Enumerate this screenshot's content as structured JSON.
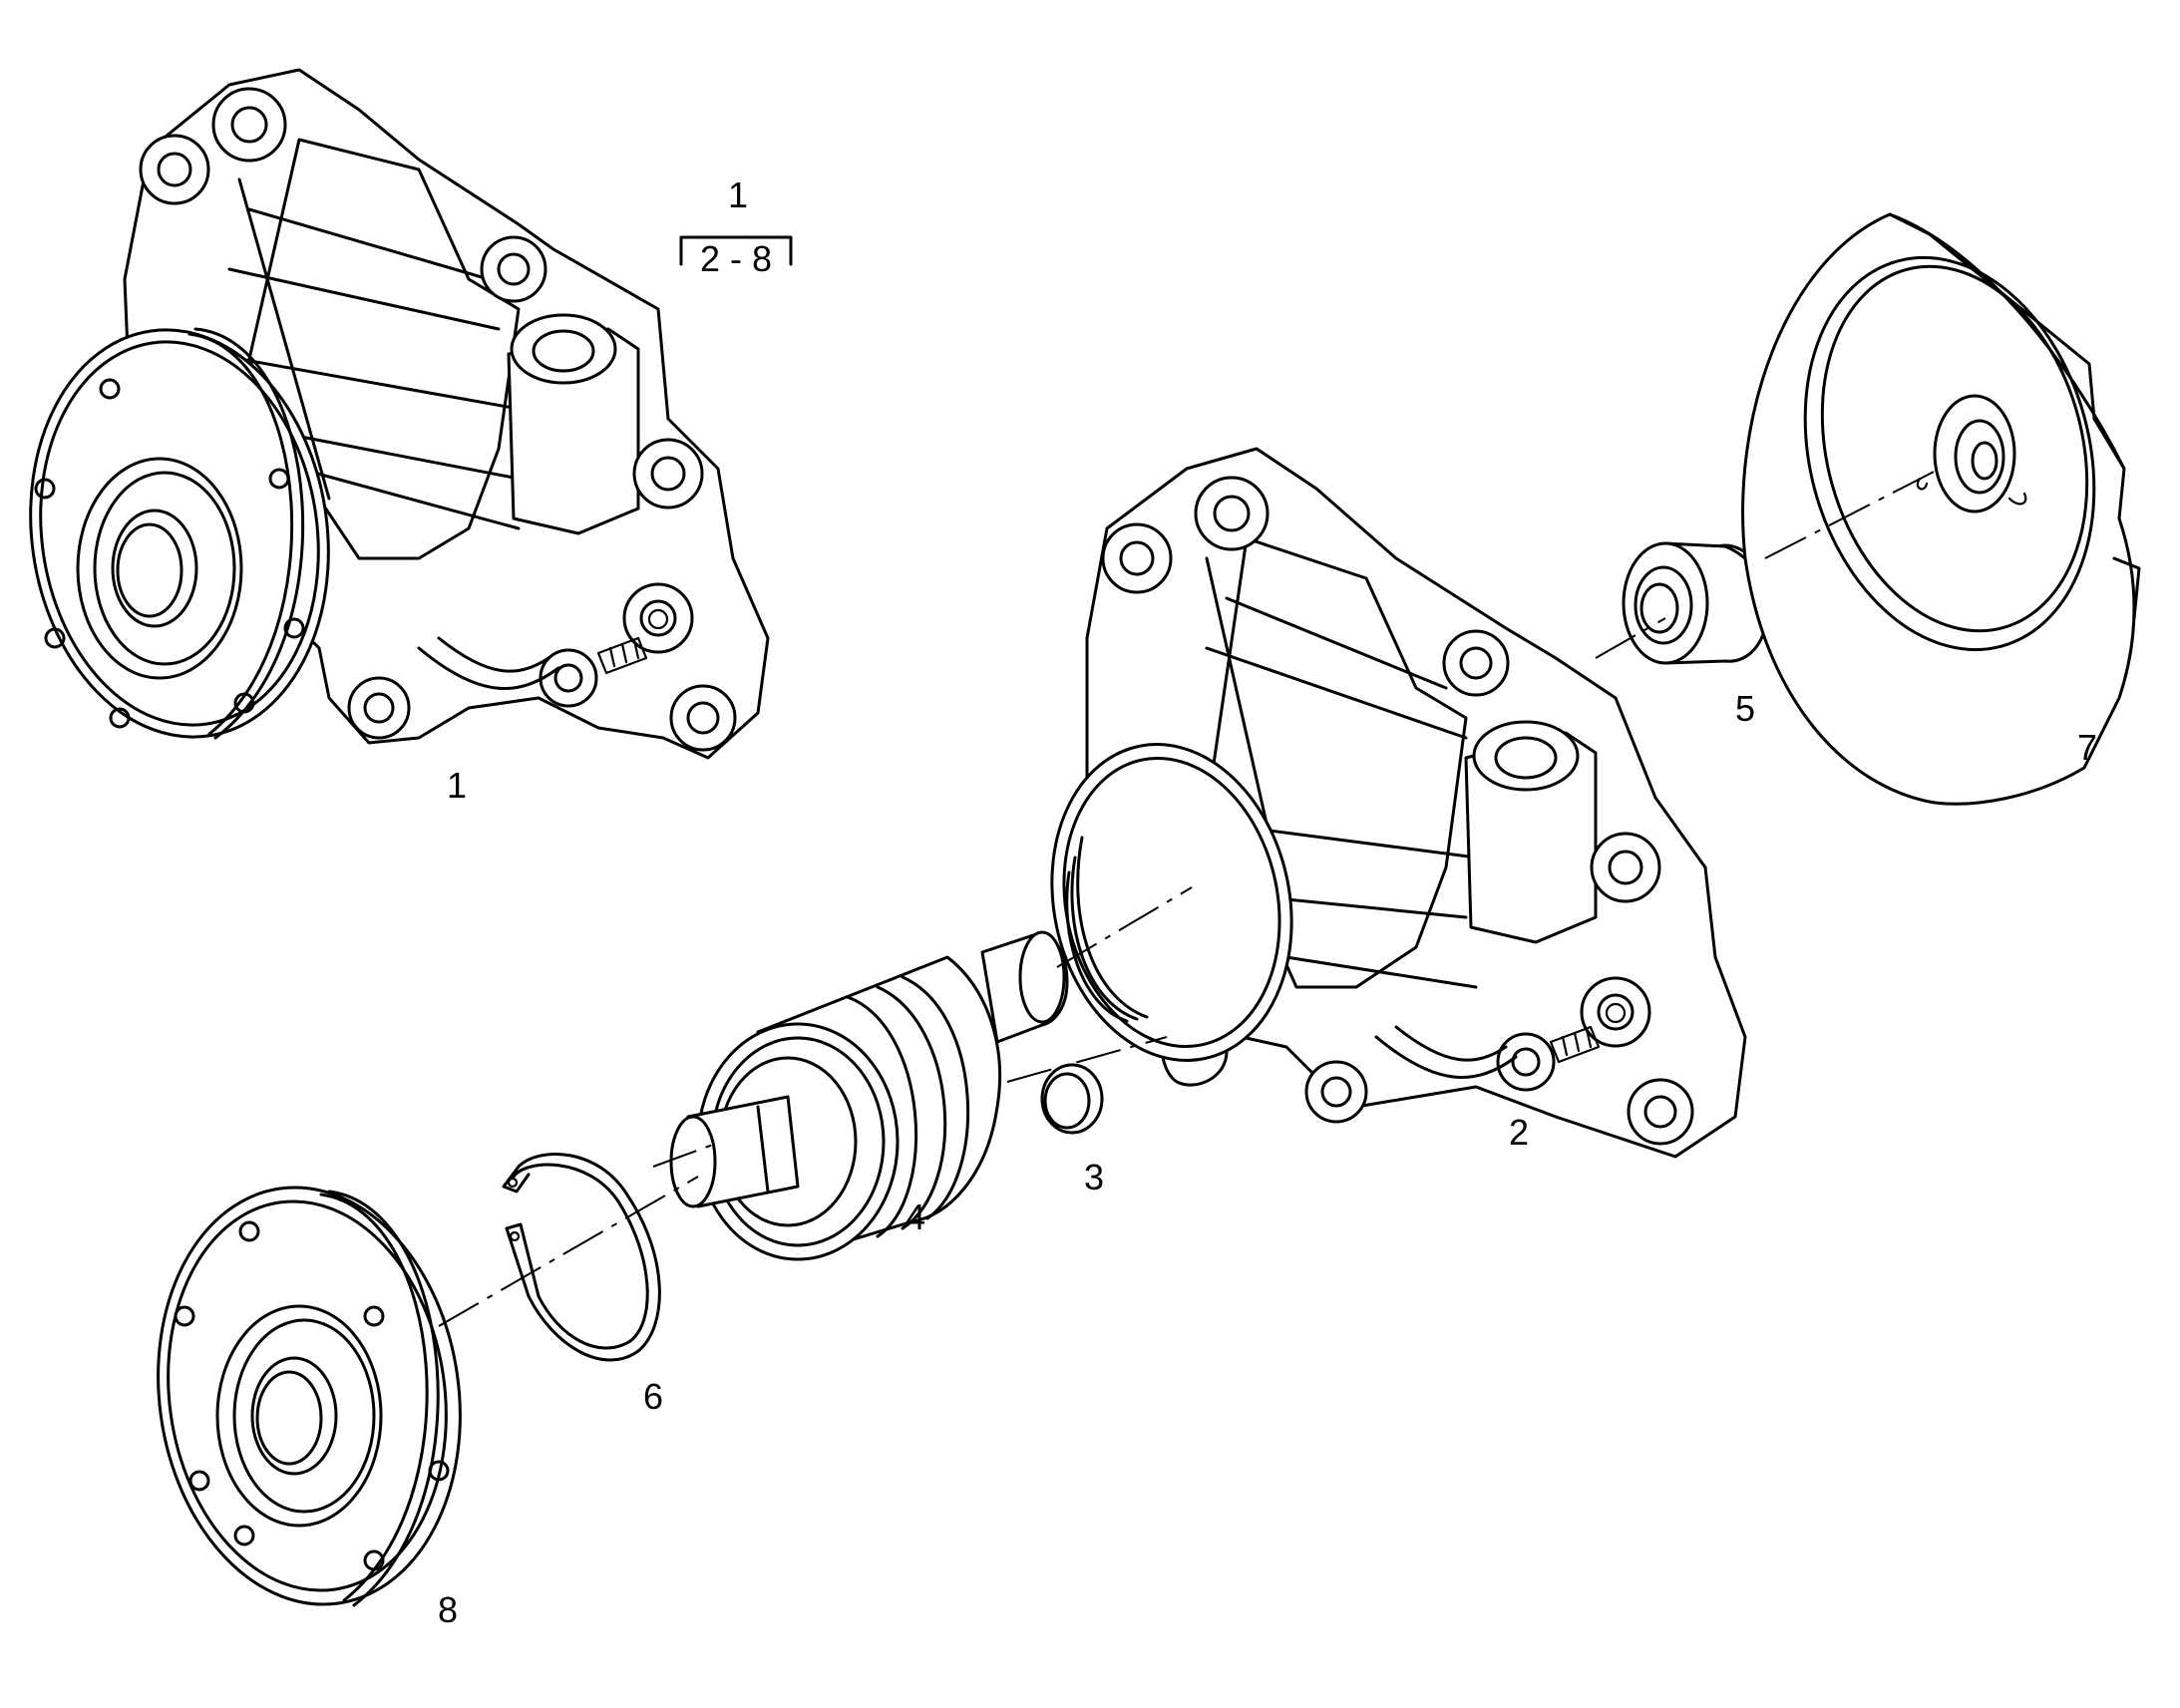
{
  "diagram": {
    "callouts": [
      {
        "id": "assembly-top",
        "text": "1"
      },
      {
        "id": "assembly-range",
        "text": "2 - 8"
      },
      {
        "id": "part-1",
        "text": "1"
      },
      {
        "id": "part-2",
        "text": "2"
      },
      {
        "id": "part-3",
        "text": "3"
      },
      {
        "id": "part-4",
        "text": "4"
      },
      {
        "id": "part-5",
        "text": "5"
      },
      {
        "id": "part-6",
        "text": "6"
      },
      {
        "id": "part-7",
        "text": "7"
      },
      {
        "id": "part-8",
        "text": "8"
      }
    ]
  }
}
